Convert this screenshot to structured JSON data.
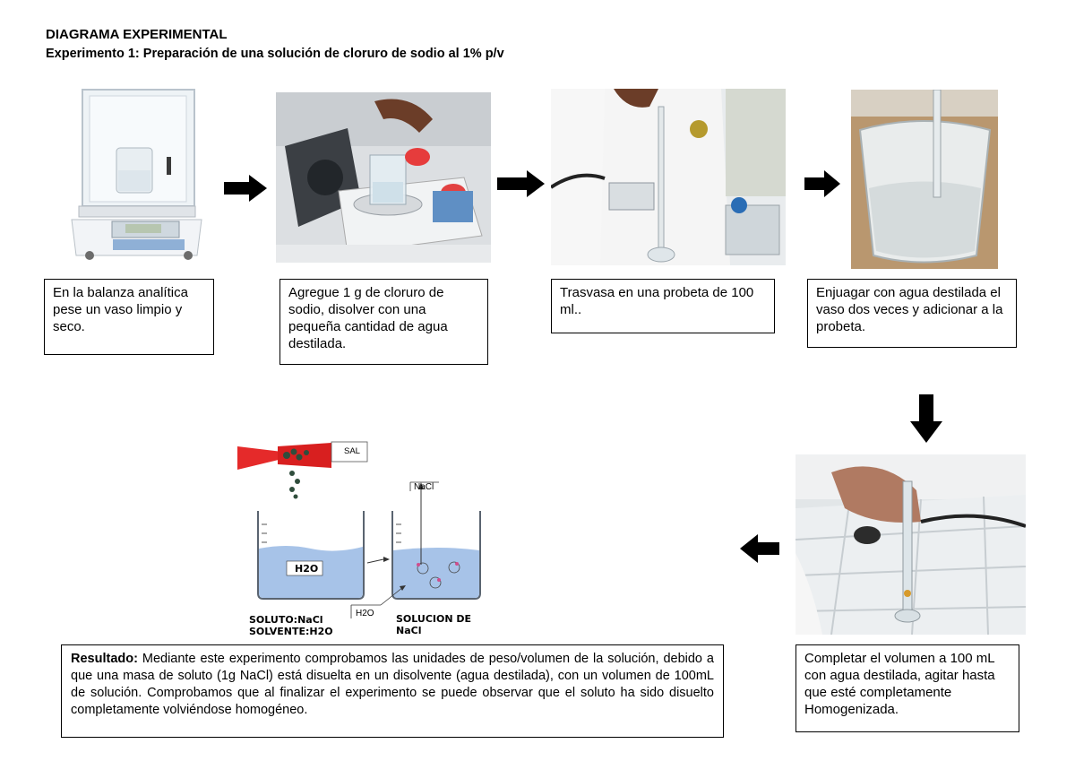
{
  "header": {
    "title": "DIAGRAMA EXPERIMENTAL",
    "subtitle": "Experimento 1: Preparación de una solución de cloruro de sodio al 1% p/v"
  },
  "steps": [
    {
      "text": "En la balanza analítica pese un vaso limpio y seco."
    },
    {
      "text": "Agregue 1 g de cloruro de sodio, disolver con una pequeña cantidad de agua destilada."
    },
    {
      "text": "Trasvasa en una probeta de 100 ml.."
    },
    {
      "text": "Enjuagar con agua destilada el vaso dos veces y adicionar a la probeta."
    },
    {
      "text": "Completar el volumen a 100 mL con agua destilada, agitar hasta que esté completamente Homogenizada."
    }
  ],
  "diagram": {
    "sal_label": "SAL",
    "nacl_label": "NaCl",
    "h2o_label": "H2O",
    "h2o_arrow_label": "H2O",
    "soluto": "SOLUTO:NaCl",
    "solvente": "SOLVENTE:H2O",
    "solucion_line1": "SOLUCION DE",
    "solucion_line2": "NaCl"
  },
  "result": {
    "label": "Resultado:",
    "text": " Mediante este experimento comprobamos las unidades de peso/volumen de la solución, debido a que una masa de soluto (1g NaCl) está disuelta en un disolvente (agua destilada), con un volumen de 100mL de solución. Comprobamos que al finalizar el experimento se puede observar que el soluto ha sido disuelto completamente volviéndose homogéneo."
  }
}
